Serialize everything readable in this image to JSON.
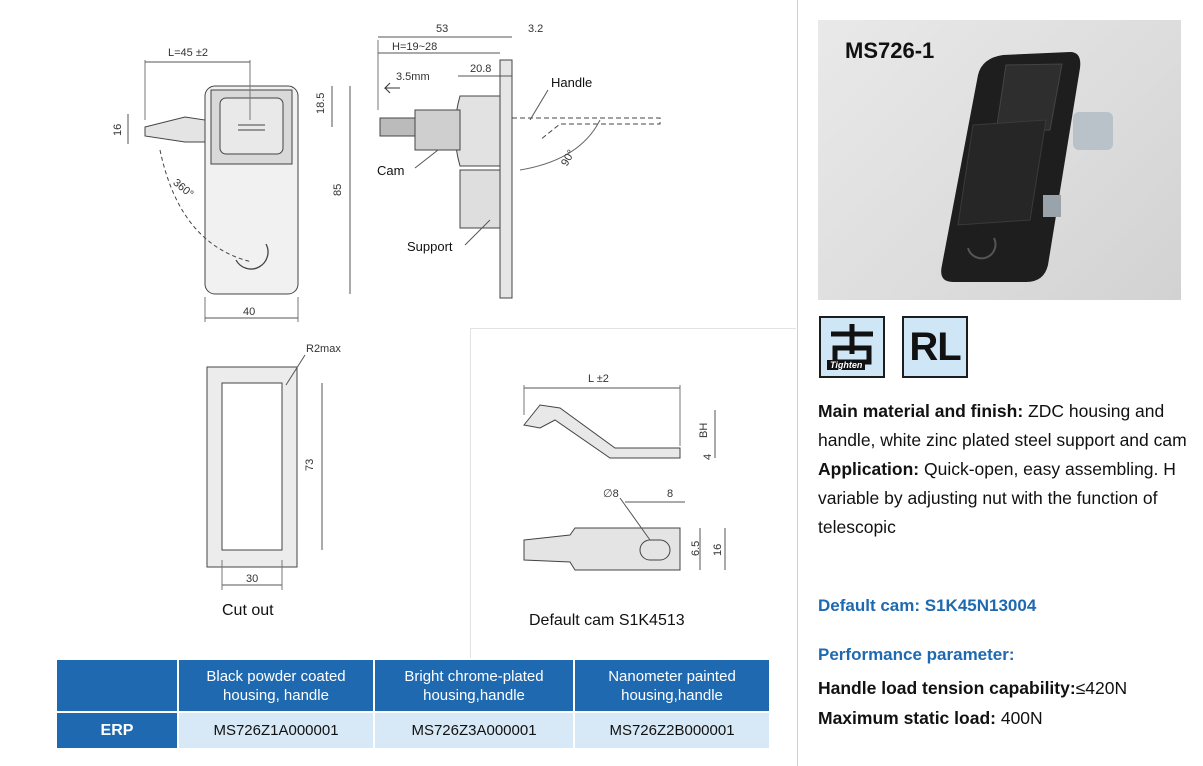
{
  "drawing": {
    "front": {
      "dim_L": "L=45 ±2",
      "dim_16": "16",
      "dim_18_5": "18.5",
      "dim_85": "85",
      "dim_40": "40",
      "angle_360": "360°"
    },
    "side": {
      "dim_53": "53",
      "dim_3_2": "3.2",
      "dim_H": "H=19~28",
      "dim_3_5": "3.5mm",
      "dim_20_8": "20.8",
      "label_handle": "Handle",
      "label_cam": "Cam",
      "label_support": "Support",
      "angle_90": "90°"
    },
    "cutout": {
      "dim_R2": "R2max",
      "dim_73": "73",
      "dim_30": "30",
      "caption": "Cut out"
    },
    "cam": {
      "dim_L": "L ±2",
      "dim_BH": "BH",
      "dim_4": "4",
      "dim_phi8": "∅8",
      "dim_8": "8",
      "dim_6_5": "6.5",
      "dim_16": "16",
      "caption": "Default cam S1K4513"
    }
  },
  "erp_table": {
    "headers": [
      "Black powder coated housing, handle",
      "Bright chrome-plated housing,handle",
      "Nanometer painted housing,handle"
    ],
    "header_lines": [
      [
        "Black powder coated",
        "housing, handle"
      ],
      [
        "Bright chrome-plated",
        "housing,handle"
      ],
      [
        "Nanometer painted",
        "housing,handle"
      ]
    ],
    "row_label": "ERP",
    "values": [
      "MS726Z1A000001",
      "MS726Z3A000001",
      "MS726Z2B000001"
    ]
  },
  "product": {
    "model": "MS726-1",
    "badge_tighten": "Tighten",
    "badge_rl": "RL",
    "material_label": "Main material and finish:",
    "material_text": " ZDC housing and handle, white zinc plated steel support and cam",
    "application_label": "Application:",
    "application_text": " Quick-open, easy assembling. H variable by adjusting nut with the function of telescopic",
    "default_cam": "Default cam: S1K45N13004",
    "performance_head": "Performance parameter:",
    "tension_label": "Handle load tension capability:",
    "tension_value": "≤420N",
    "static_label": "Maximum static load:",
    "static_value": " 400N"
  },
  "colors": {
    "accent_blue": "#1f69b0",
    "table_cell": "#d7e9f6",
    "badge_fill": "#cfe6f7"
  }
}
